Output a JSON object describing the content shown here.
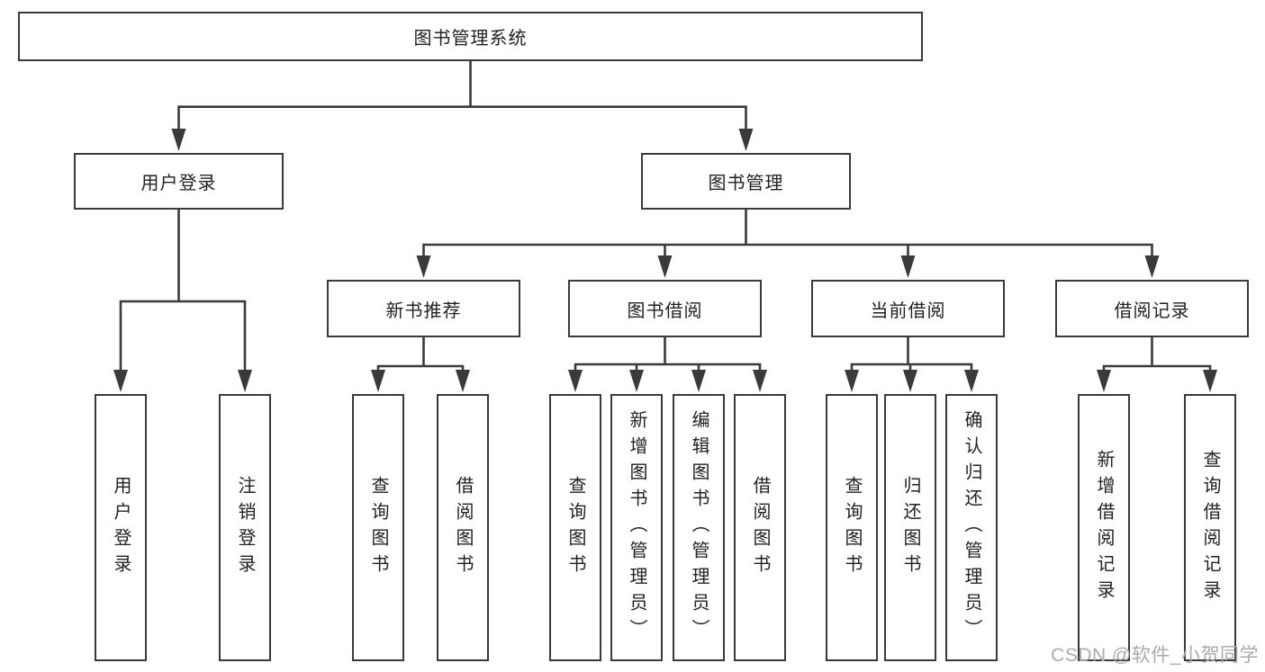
{
  "diagram_type": "hierarchy-tree",
  "colors": {
    "line": "#3a3a3a",
    "box_border": "#3a3a3a",
    "text": "#222222",
    "watermark": "#ababab",
    "background": "#ffffff"
  },
  "nodes": {
    "root": {
      "label": "图书管理系统"
    },
    "level2": [
      {
        "label": "用户登录",
        "parent": "图书管理系统"
      },
      {
        "label": "图书管理",
        "parent": "图书管理系统"
      }
    ],
    "level3": [
      {
        "label": "新书推荐",
        "parent": "图书管理"
      },
      {
        "label": "图书借阅",
        "parent": "图书管理"
      },
      {
        "label": "当前借阅",
        "parent": "图书管理"
      },
      {
        "label": "借阅记录",
        "parent": "图书管理"
      }
    ],
    "leaves": [
      {
        "label": "用户登录",
        "parent": "用户登录"
      },
      {
        "label": "注销登录",
        "parent": "用户登录"
      },
      {
        "label": "查询图书",
        "parent": "新书推荐"
      },
      {
        "label": "借阅图书",
        "parent": "新书推荐"
      },
      {
        "label": "查询图书",
        "parent": "图书借阅"
      },
      {
        "label": "新增图书（管理员）",
        "parent": "图书借阅"
      },
      {
        "label": "编辑图书（管理员）",
        "parent": "图书借阅"
      },
      {
        "label": "借阅图书",
        "parent": "图书借阅"
      },
      {
        "label": "查询图书",
        "parent": "当前借阅"
      },
      {
        "label": "归还图书",
        "parent": "当前借阅"
      },
      {
        "label": "确认归还（管理员）",
        "parent": "当前借阅"
      },
      {
        "label": "新增借阅记录",
        "parent": "借阅记录"
      },
      {
        "label": "查询借阅记录",
        "parent": "借阅记录"
      }
    ]
  },
  "watermark": {
    "text": "CSDN @软件_小贺同学"
  }
}
